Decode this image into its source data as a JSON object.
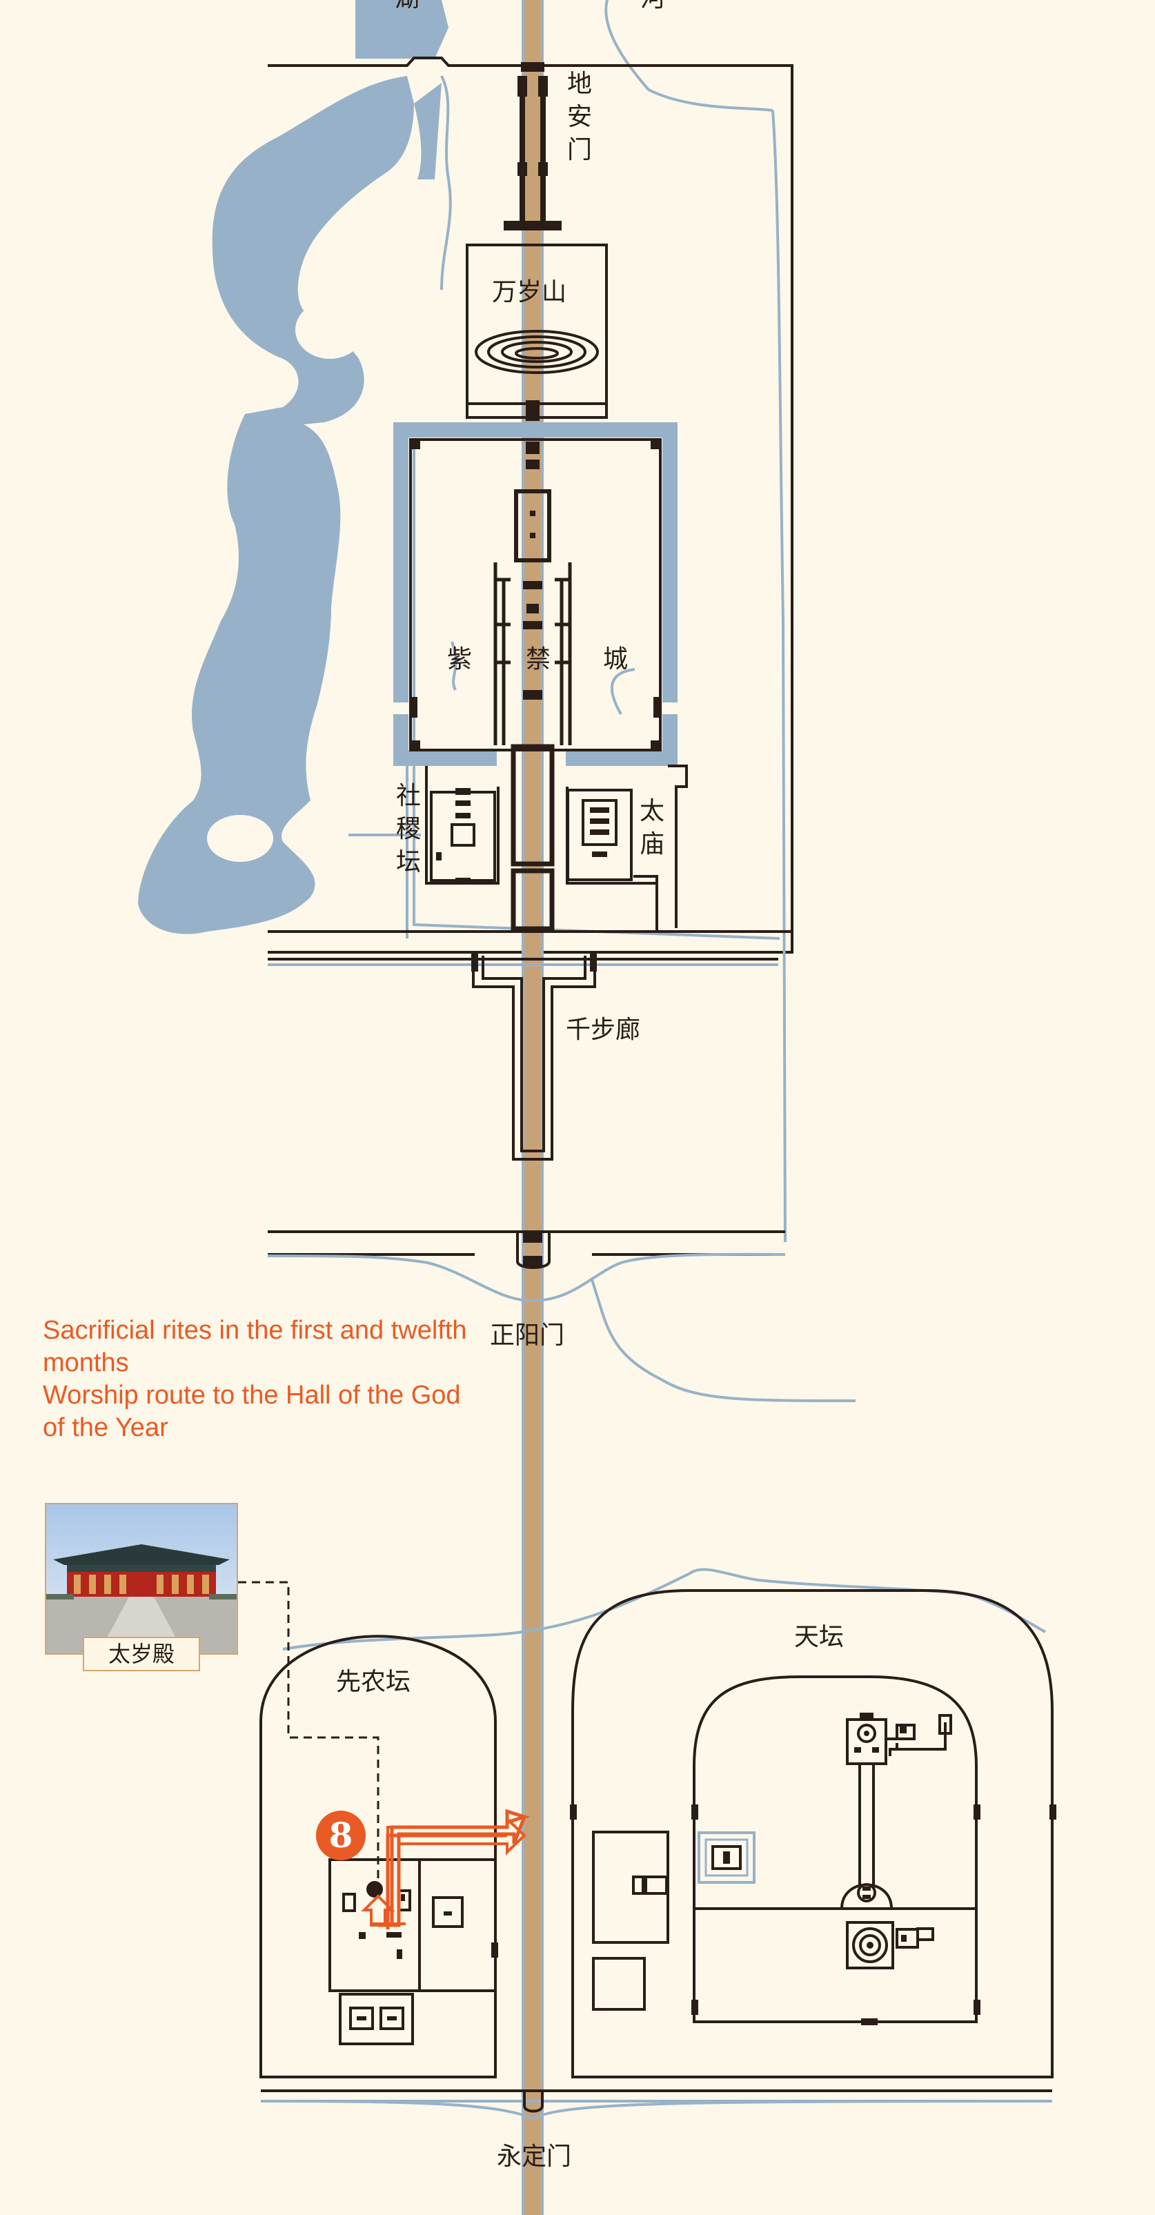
{
  "labels": {
    "dianmen": "地安门",
    "wansuishan": "万岁山",
    "zi": "紫",
    "jin": "禁",
    "cheng": "城",
    "shejitan": "社稷坛",
    "taimiao": "太庙",
    "qianbulang": "千步廊",
    "zhengyangmen": "正阳门",
    "xiannongtan": "先农坛",
    "tiantan": "天坛",
    "yongdingmen": "永定门",
    "top_left_partial": "湖",
    "top_right_partial": "河"
  },
  "route": {
    "lines": [
      "Sacrificial rites in the first and twelfth months",
      "Worship route to the Hall of the God of the Year"
    ]
  },
  "photo": {
    "caption": "太岁殿"
  },
  "marker": {
    "number": "8"
  },
  "colors": {
    "background": "#fdf8ea",
    "water": "#97b2c8",
    "axis": "#c8a277",
    "line": "#2a1d17",
    "route": "#ea5a24"
  }
}
